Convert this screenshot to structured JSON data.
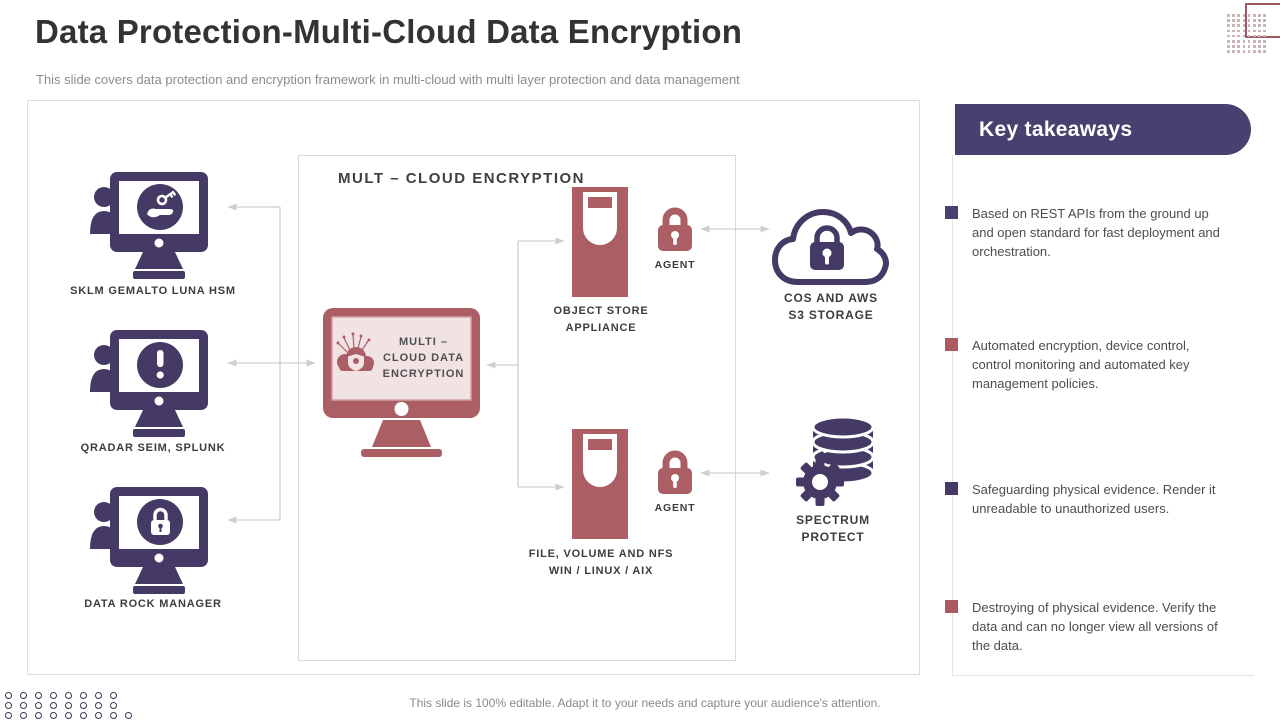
{
  "slide": {
    "title": "Data Protection-Multi-Cloud Data Encryption",
    "subtitle": "This slide covers data protection and encryption framework  in multi-cloud with multi layer protection and data management",
    "footer": "This slide is 100% editable. Adapt it to your needs and capture your audience's attention."
  },
  "diagram": {
    "inner_box_title": "MULT – CLOUD ENCRYPTION",
    "monitors": [
      {
        "label": "SKLM GEMALTO LUNA HSM",
        "icon": "key-hand-icon"
      },
      {
        "label": "QRADAR SEIM, SPLUNK",
        "icon": "alert-icon"
      },
      {
        "label": "DATA ROCK MANAGER",
        "icon": "lock-icon"
      }
    ],
    "central_monitor": {
      "label": "MULTI – CLOUD DATA ENCRYPTION",
      "icon": "cloud-shield-icon"
    },
    "servers": [
      {
        "line1": "OBJECT STORE",
        "line2": "APPLIANCE"
      },
      {
        "line1": "FILE, VOLUME AND NFS",
        "line2": "WIN / LINUX / AIX"
      }
    ],
    "agents": [
      {
        "label": "AGENT"
      },
      {
        "label": "AGENT"
      }
    ],
    "cloud_storage": {
      "line1": "COS AND AWS",
      "line2": "S3 STORAGE"
    },
    "spectrum": {
      "line1": "SPECTRUM",
      "line2": "PROTECT"
    }
  },
  "takeaways": {
    "title": "Key takeaways",
    "items": [
      {
        "bullet_color": "#4a4070",
        "text": "Based on REST APIs from the ground up and open standard for fast deployment and orchestration."
      },
      {
        "bullet_color": "#ab5a60",
        "text": "Automated encryption, device control, control monitoring and automated key management policies."
      },
      {
        "bullet_color": "#453a66",
        "text": "Safeguarding physical evidence. Render it unreadable to unauthorized users."
      },
      {
        "bullet_color": "#ab5a60",
        "text": "Destroying of physical evidence. Verify the data and can no longer view all versions of the data."
      }
    ]
  },
  "colors": {
    "navy": "#453a66",
    "maroon": "#ab5f64",
    "pill": "#4a4070",
    "pink": "#f1e3e4",
    "arrow": "#cfcfcf"
  }
}
